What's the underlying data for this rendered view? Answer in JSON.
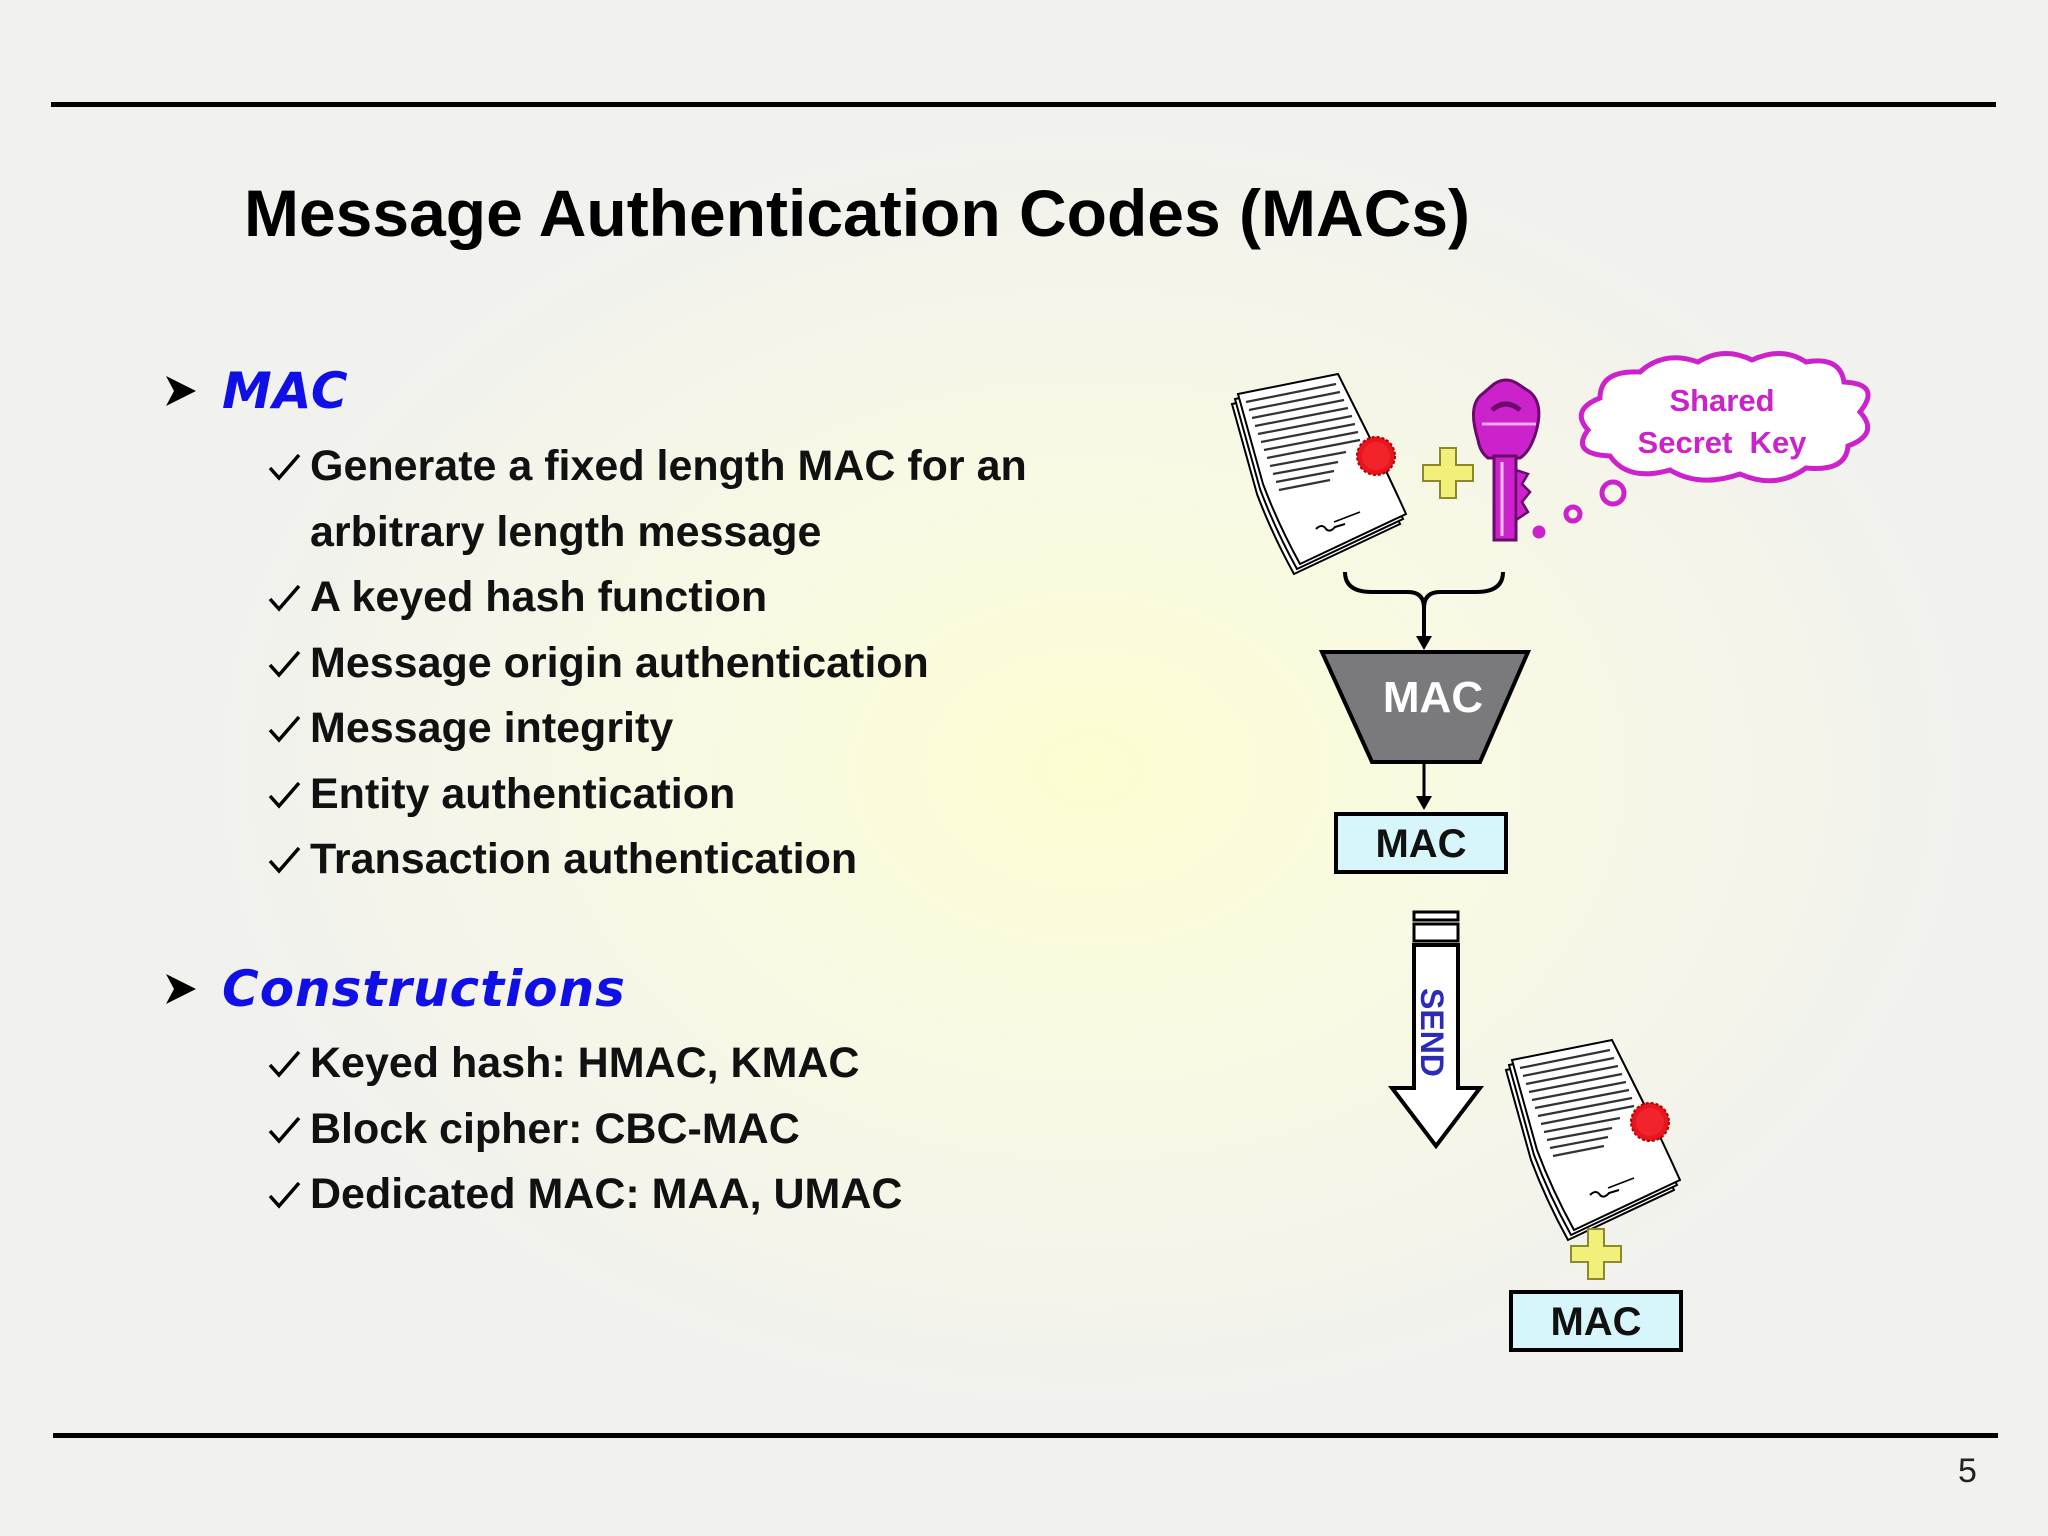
{
  "slide": {
    "title": "Message Authentication Codes (MACs)",
    "page_number": "5"
  },
  "sections": [
    {
      "heading": "MAC",
      "items": [
        "Generate a fixed length MAC for an arbitrary length message",
        "A keyed hash function",
        "Message origin authentication",
        "Message integrity",
        "Entity authentication",
        "Transaction authentication"
      ]
    },
    {
      "heading": "Constructions",
      "items": [
        "Keyed hash: HMAC, KMAC",
        "Block cipher: CBC-MAC",
        "Dedicated MAC: MAA, UMAC"
      ]
    }
  ],
  "diagram": {
    "cloud_line1": "Shared",
    "cloud_line2": "Secret  Key",
    "mac_function_label": "MAC",
    "mac_output_label": "MAC",
    "send_label": "SEND",
    "received_mac_label": "MAC"
  },
  "colors": {
    "heading_blue": "#1010e6",
    "key_magenta": "#cc22cc",
    "mac_box_fill": "#d6f6fb",
    "trapezoid_gray": "#7a7a7d",
    "plus_yellow": "#f2f07a",
    "seal_red": "#e8141e"
  },
  "icons": [
    "document-stack-icon",
    "plus-icon",
    "key-icon",
    "thought-cloud-icon",
    "arrow-bullet-icon",
    "check-icon",
    "send-arrow-icon"
  ]
}
